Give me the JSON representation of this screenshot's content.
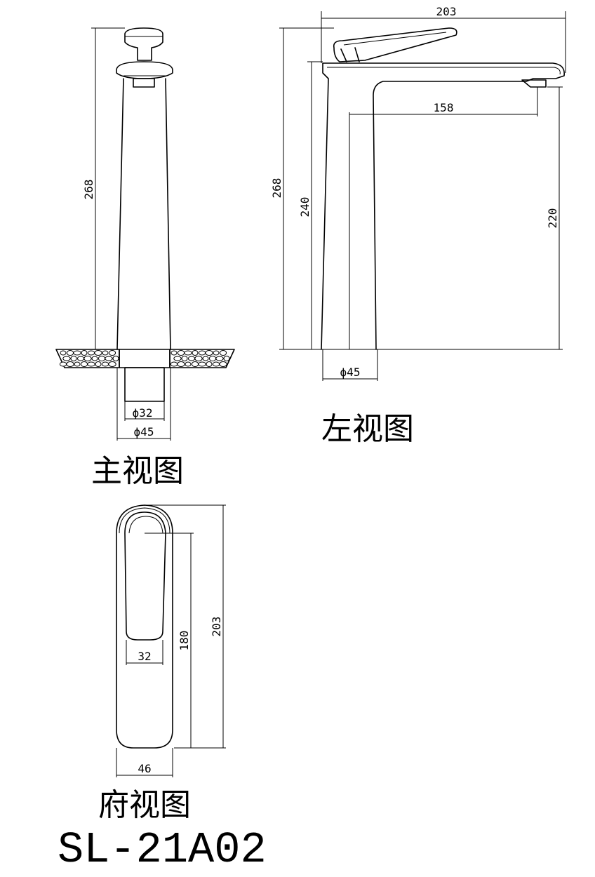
{
  "views": {
    "front": {
      "label": "主视图",
      "dims": {
        "height": "268",
        "inner_diameter": "ϕ32",
        "outer_diameter": "ϕ45"
      }
    },
    "left": {
      "label": "左视图",
      "dims": {
        "length": "203",
        "reach": "158",
        "total_height": "268",
        "body_height": "240",
        "spout_height": "220",
        "base_diameter": "ϕ45"
      }
    },
    "top": {
      "label": "府视图",
      "dims": {
        "length": "203",
        "handle_length": "180",
        "handle_width": "32",
        "body_width": "46"
      }
    }
  },
  "model_number": "SL-21A02"
}
